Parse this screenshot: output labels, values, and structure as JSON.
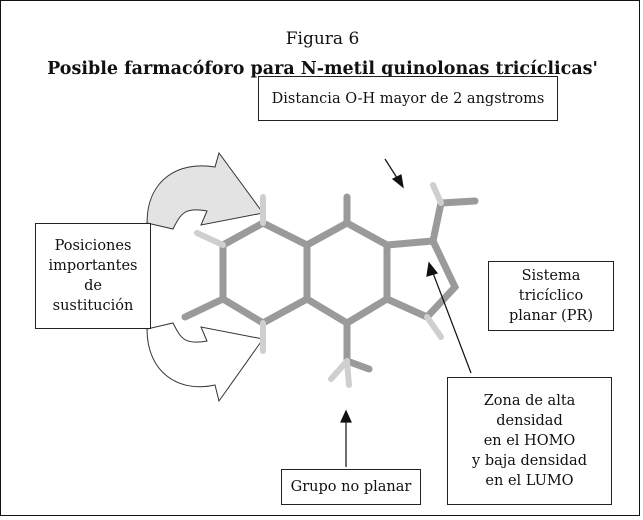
{
  "figure": {
    "label": "Figura 6",
    "heading": "Posible farmacóforo para N-metil quinolonas tricíclicas'"
  },
  "callouts": {
    "distance": "Distancia O-H mayor de 2 angstroms",
    "positions": "Posiciones\nimportantes\nde\nsustitución",
    "tricyclic": "Sistema tricíclico\nplanar (PR)",
    "zone": "Zona de alta\ndensidad\nen el HOMO\ny baja densidad\nen el LUMO",
    "nonplanar": "Grupo no planar"
  },
  "colors": {
    "bond": "#9a9a9a",
    "bond_light": "#cfcfcf",
    "arrow_fill": "#dddddd",
    "ink": "#111111"
  }
}
